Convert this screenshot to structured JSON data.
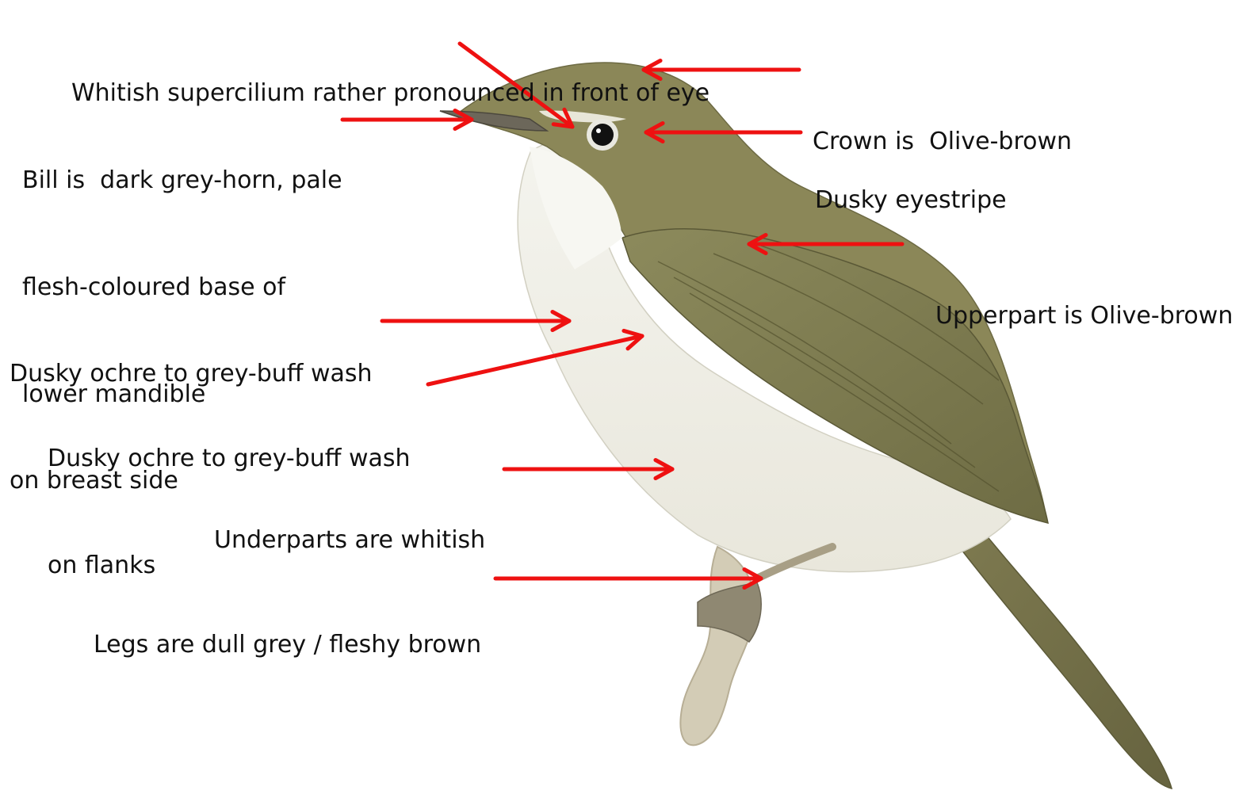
{
  "diagram": {
    "subject": "bird",
    "colors": {
      "arrow": "#ee1111",
      "plumage_upper": "#8a8656",
      "plumage_wing": "#7c7a4e",
      "plumage_under": "#f2f2ea",
      "bill": "#6b665a",
      "legs": "#a39a82",
      "branch": "#cfc7b0"
    },
    "labels": [
      {
        "id": "supercilium",
        "lines": [
          "Whitish supercilium rather pronounced in front of eye"
        ]
      },
      {
        "id": "crown",
        "lines": [
          "Crown is  Olive-brown"
        ]
      },
      {
        "id": "bill",
        "lines": [
          "Bill is  dark grey-horn, pale",
          "flesh-coloured base of",
          "lower mandible"
        ]
      },
      {
        "id": "eyestripe",
        "lines": [
          "Dusky eyestripe"
        ]
      },
      {
        "id": "upperpart",
        "lines": [
          "Upperpart is Olive-brown"
        ]
      },
      {
        "id": "breast-side",
        "lines": [
          "Dusky ochre to grey-buff wash",
          "on breast side"
        ]
      },
      {
        "id": "flanks",
        "lines": [
          "Dusky ochre to grey-buff wash",
          "on flanks"
        ]
      },
      {
        "id": "underparts",
        "lines": [
          "Underparts are whitish"
        ]
      },
      {
        "id": "legs",
        "lines": [
          "Legs are dull grey / fleshy brown"
        ]
      }
    ]
  }
}
